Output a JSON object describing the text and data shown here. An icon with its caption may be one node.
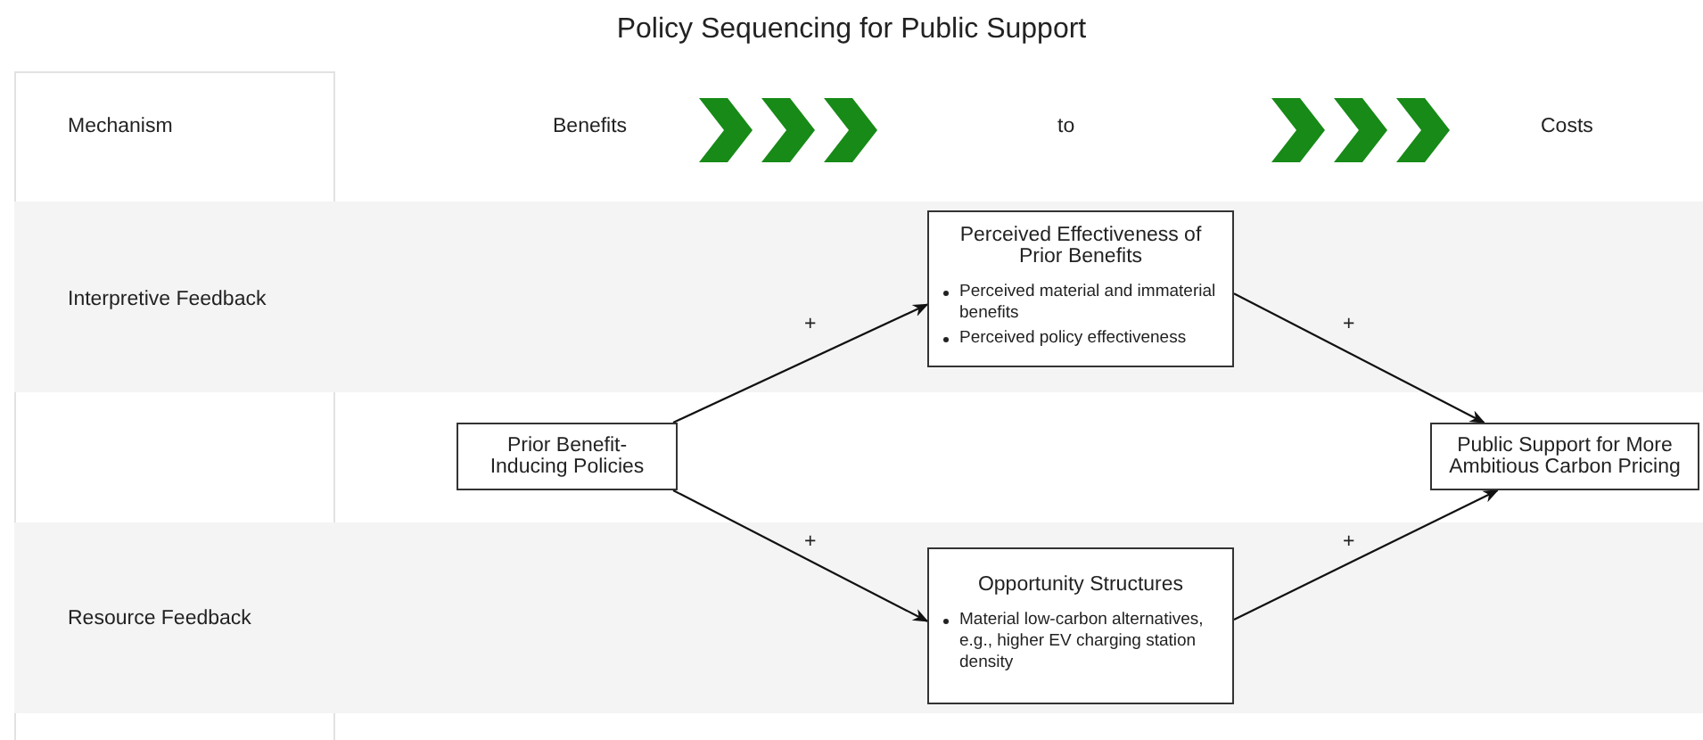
{
  "diagram": {
    "title": "Policy Sequencing for Public Support",
    "nodes": [
      {
        "text": [
          "Prior Benefit-Inducing Policies"
        ]
      },
      {
        "text": [
          "Perceived Effectiveness of Prior Benefits",
          "Perceived material and immaterial benefits",
          "Perceived policy effectiveness"
        ]
      },
      {
        "text": [
          "Opportunity Structures",
          "Material low-carbon alternatives, e.g., higher EV charging station density"
        ]
      },
      {
        "text": [
          "Public Support for More Ambitious Carbon Pricing"
        ]
      }
    ],
    "edges": [
      {
        "from": 0,
        "to": 1,
        "arrow": "to",
        "label": "+"
      },
      {
        "from": 0,
        "to": 2,
        "arrow": "to",
        "label": "+"
      },
      {
        "from": 1,
        "to": 3,
        "arrow": "to",
        "label": "+"
      },
      {
        "from": 2,
        "to": 3,
        "arrow": "to",
        "label": "+"
      }
    ],
    "labels": [
      "Mechanism",
      "Benefits",
      "to",
      "Costs",
      "Interpretive Feedback",
      "Resource Feedback"
    ]
  }
}
